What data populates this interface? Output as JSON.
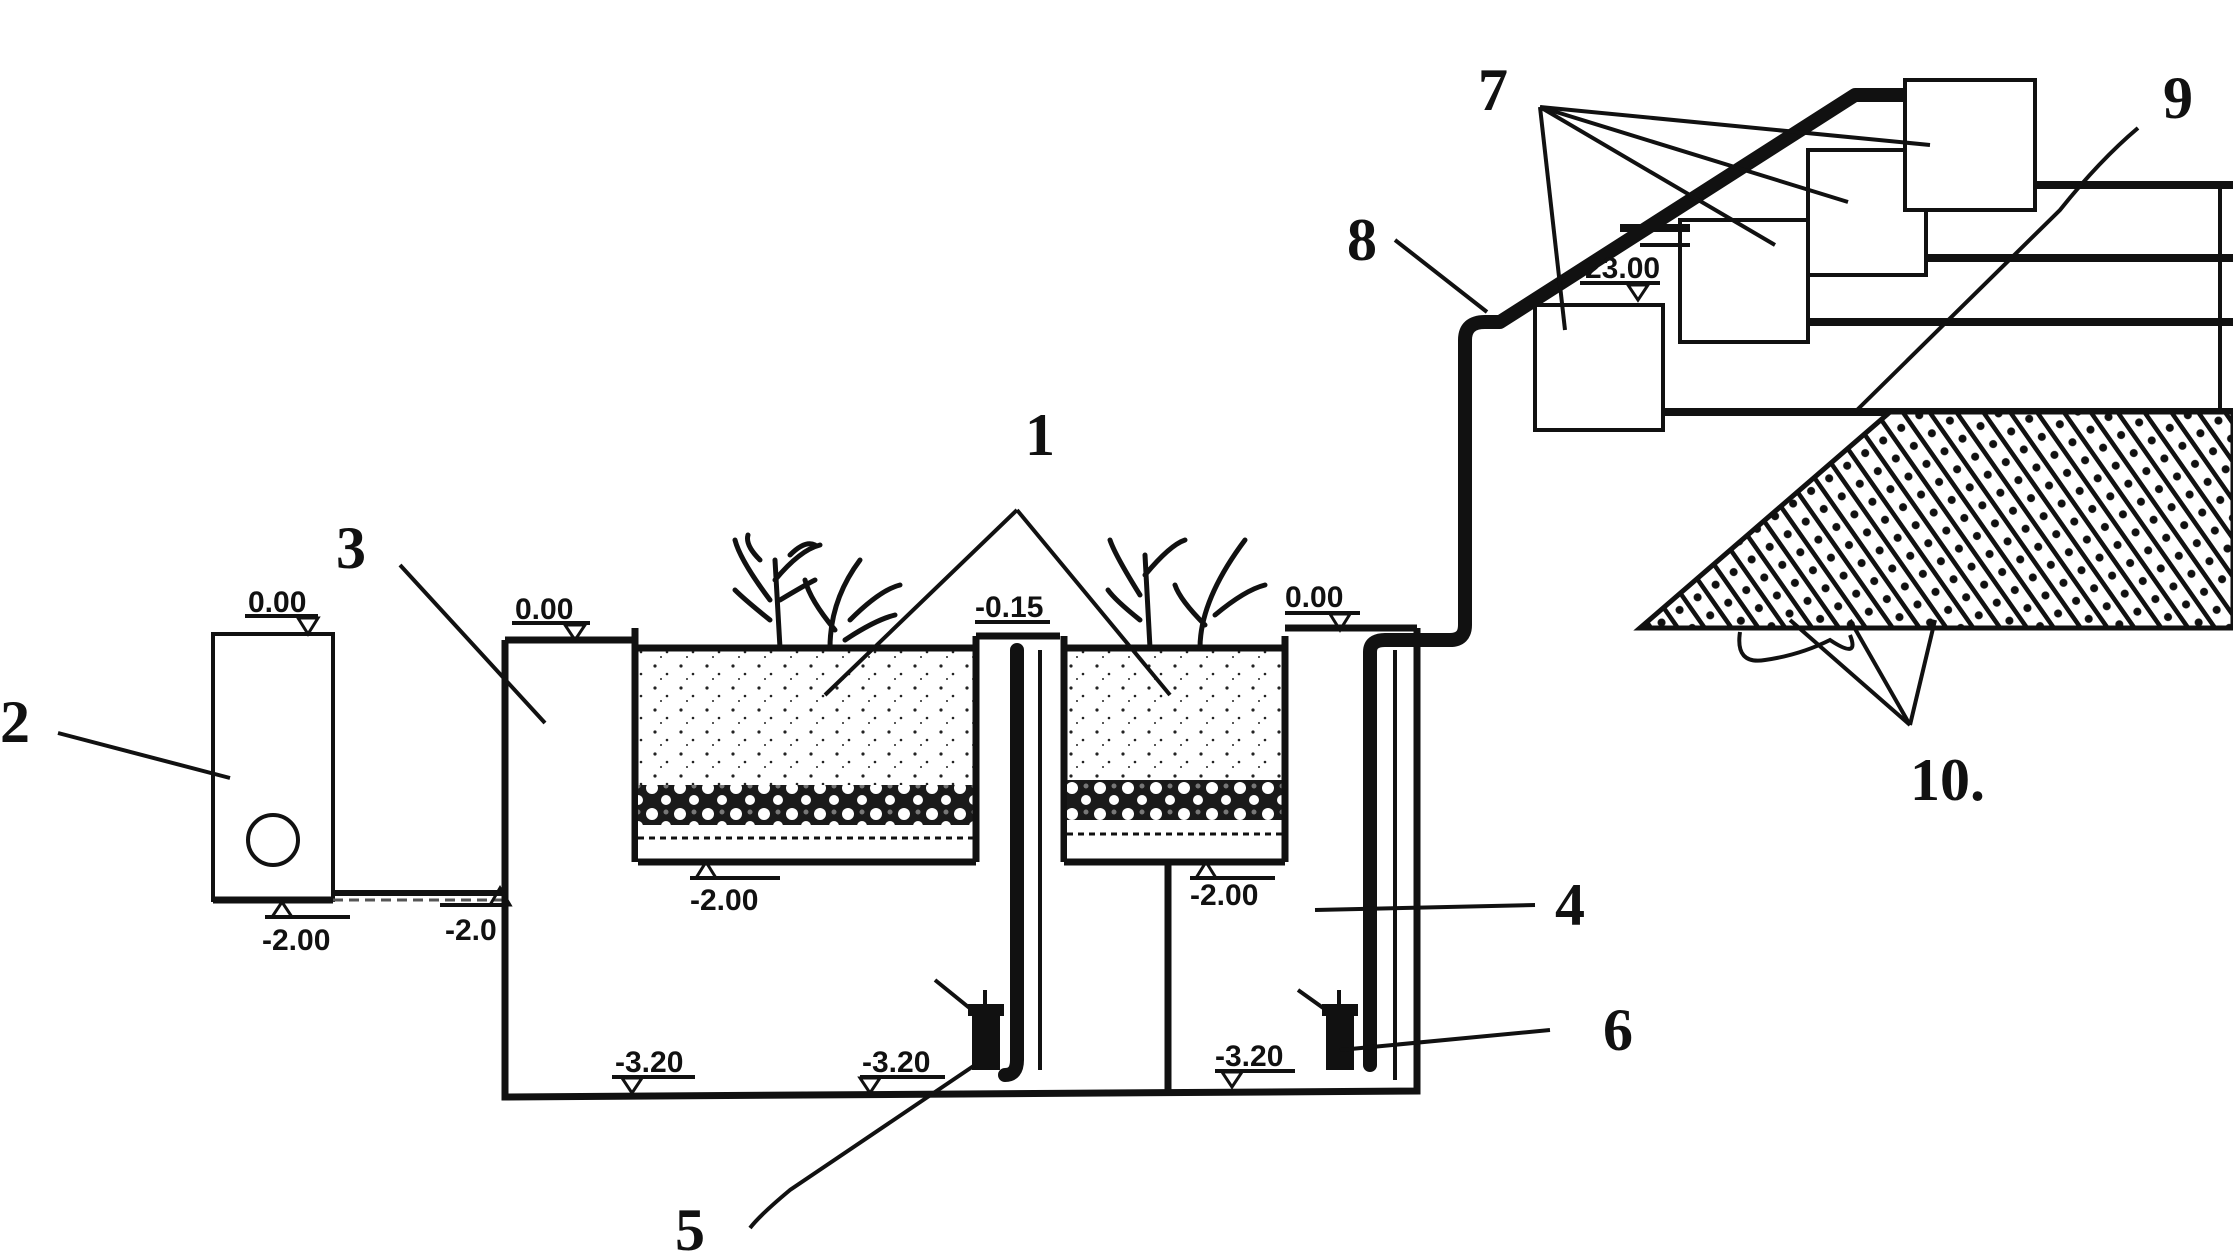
{
  "reference_numbers": {
    "r1": "1",
    "r2": "2",
    "r3": "3",
    "r4": "4",
    "r5": "5",
    "r6": "6",
    "r7": "7",
    "r8": "8",
    "r9": "9",
    "r10": "10."
  },
  "elevations": {
    "tank2_top": "0.00",
    "tank2_bottom": "-2.00",
    "pipe_inlet": "-2.0",
    "tank3_top": "0.00",
    "wetland1_bottom": "-2.00",
    "wetland_divider_top": "-0.15",
    "wetland2_bottom": "-2.00",
    "tank4_top": "0.00",
    "tank3_floor": "-3.20",
    "pump5_floor": "-3.20",
    "pump6_floor": "-3.20",
    "header_tank": "23.00"
  },
  "colors": {
    "line": "#111111",
    "background": "#ffffff"
  }
}
